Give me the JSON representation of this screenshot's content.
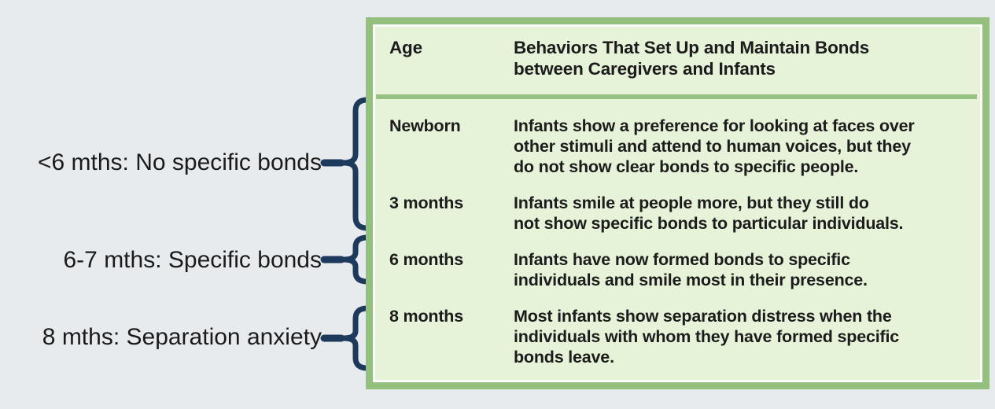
{
  "page": {
    "background_color": "#e8ebee"
  },
  "annotations": {
    "bracket_color": "#1d3a5c",
    "labels": [
      {
        "text": "<6 mths: No specific bonds"
      },
      {
        "text": "6-7 mths: Specific bonds"
      },
      {
        "text": "8 mths: Separation anxiety"
      }
    ]
  },
  "table": {
    "border_color": "#93c07c",
    "fill_color": "#e7f3d8",
    "rule_color": "#97c180",
    "header": {
      "age": "Age",
      "behaviors": "Behaviors That Set Up and Maintain Bonds\nbetween Caregivers and Infants"
    },
    "rows": [
      {
        "age": "Newborn",
        "behavior": "Infants show a preference for looking at faces over\nother stimuli and attend to human voices, but they\ndo not show clear bonds to specific people."
      },
      {
        "age": "3 months",
        "behavior": "Infants smile at people more, but they still do\nnot show specific bonds to particular individuals."
      },
      {
        "age": "6 months",
        "behavior": "Infants have now formed bonds to specific\nindividuals and smile most in their presence."
      },
      {
        "age": "8 months",
        "behavior": "Most infants show separation distress when the\nindividuals with whom they have formed specific\nbonds leave."
      }
    ]
  }
}
